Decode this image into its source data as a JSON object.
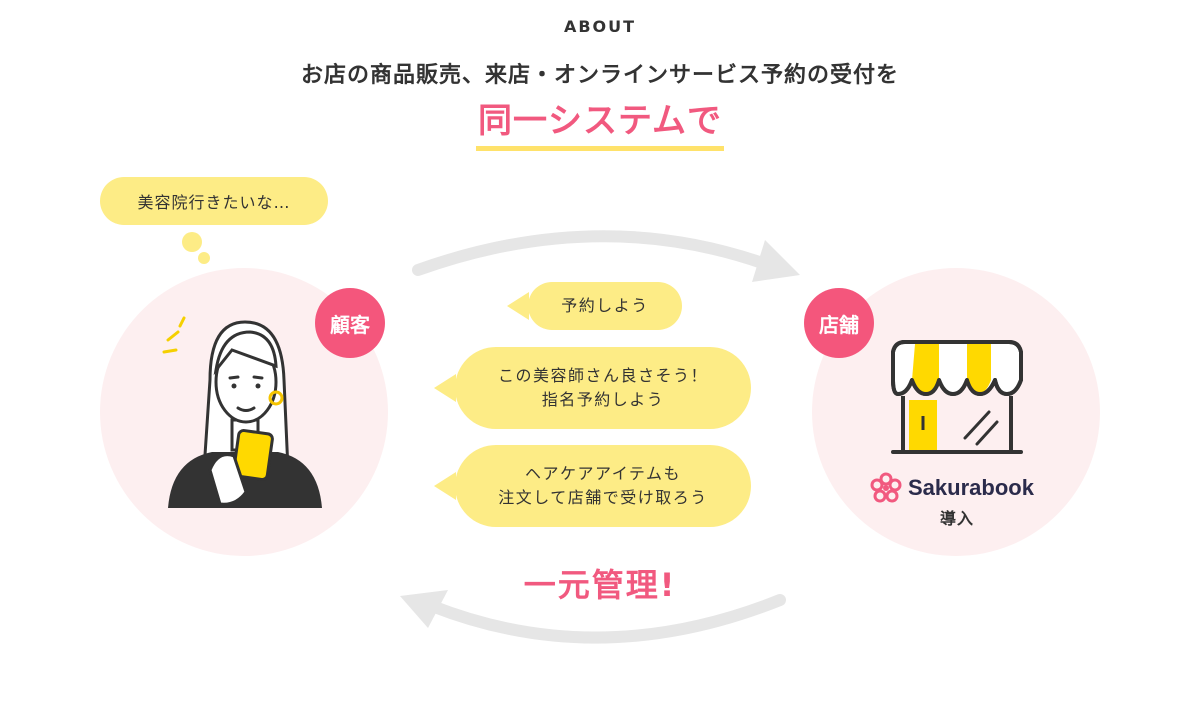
{
  "section": {
    "eyebrow": "ABOUT",
    "headline": "お店の商品販売、来店・オンラインサービス予約の受付を",
    "highlight": "同一システムで"
  },
  "customer": {
    "tag_label": "顧客",
    "thought": "美容院行きたいな…"
  },
  "store": {
    "tag_label": "店舗",
    "brand_name": "Sakurabook",
    "brand_sub": "導入"
  },
  "messages": [
    "予約しよう",
    "この美容師さん良さそう！\n指名予約しよう",
    "ヘアケアアイテムも\n注文して店舗で受け取ろう"
  ],
  "manage_label": "一元管理!",
  "colors": {
    "accent_pink": "#f1597f",
    "bubble_yellow": "#fdec86",
    "underline_yellow": "#ffe26a",
    "circle_pink": "#fdeff0",
    "arrow_gray": "#e6e6e6"
  },
  "icons": [
    "flow-arrow-right",
    "flow-arrow-left",
    "woman-with-phone-illustration",
    "storefront-illustration",
    "sakura-logo-icon"
  ]
}
